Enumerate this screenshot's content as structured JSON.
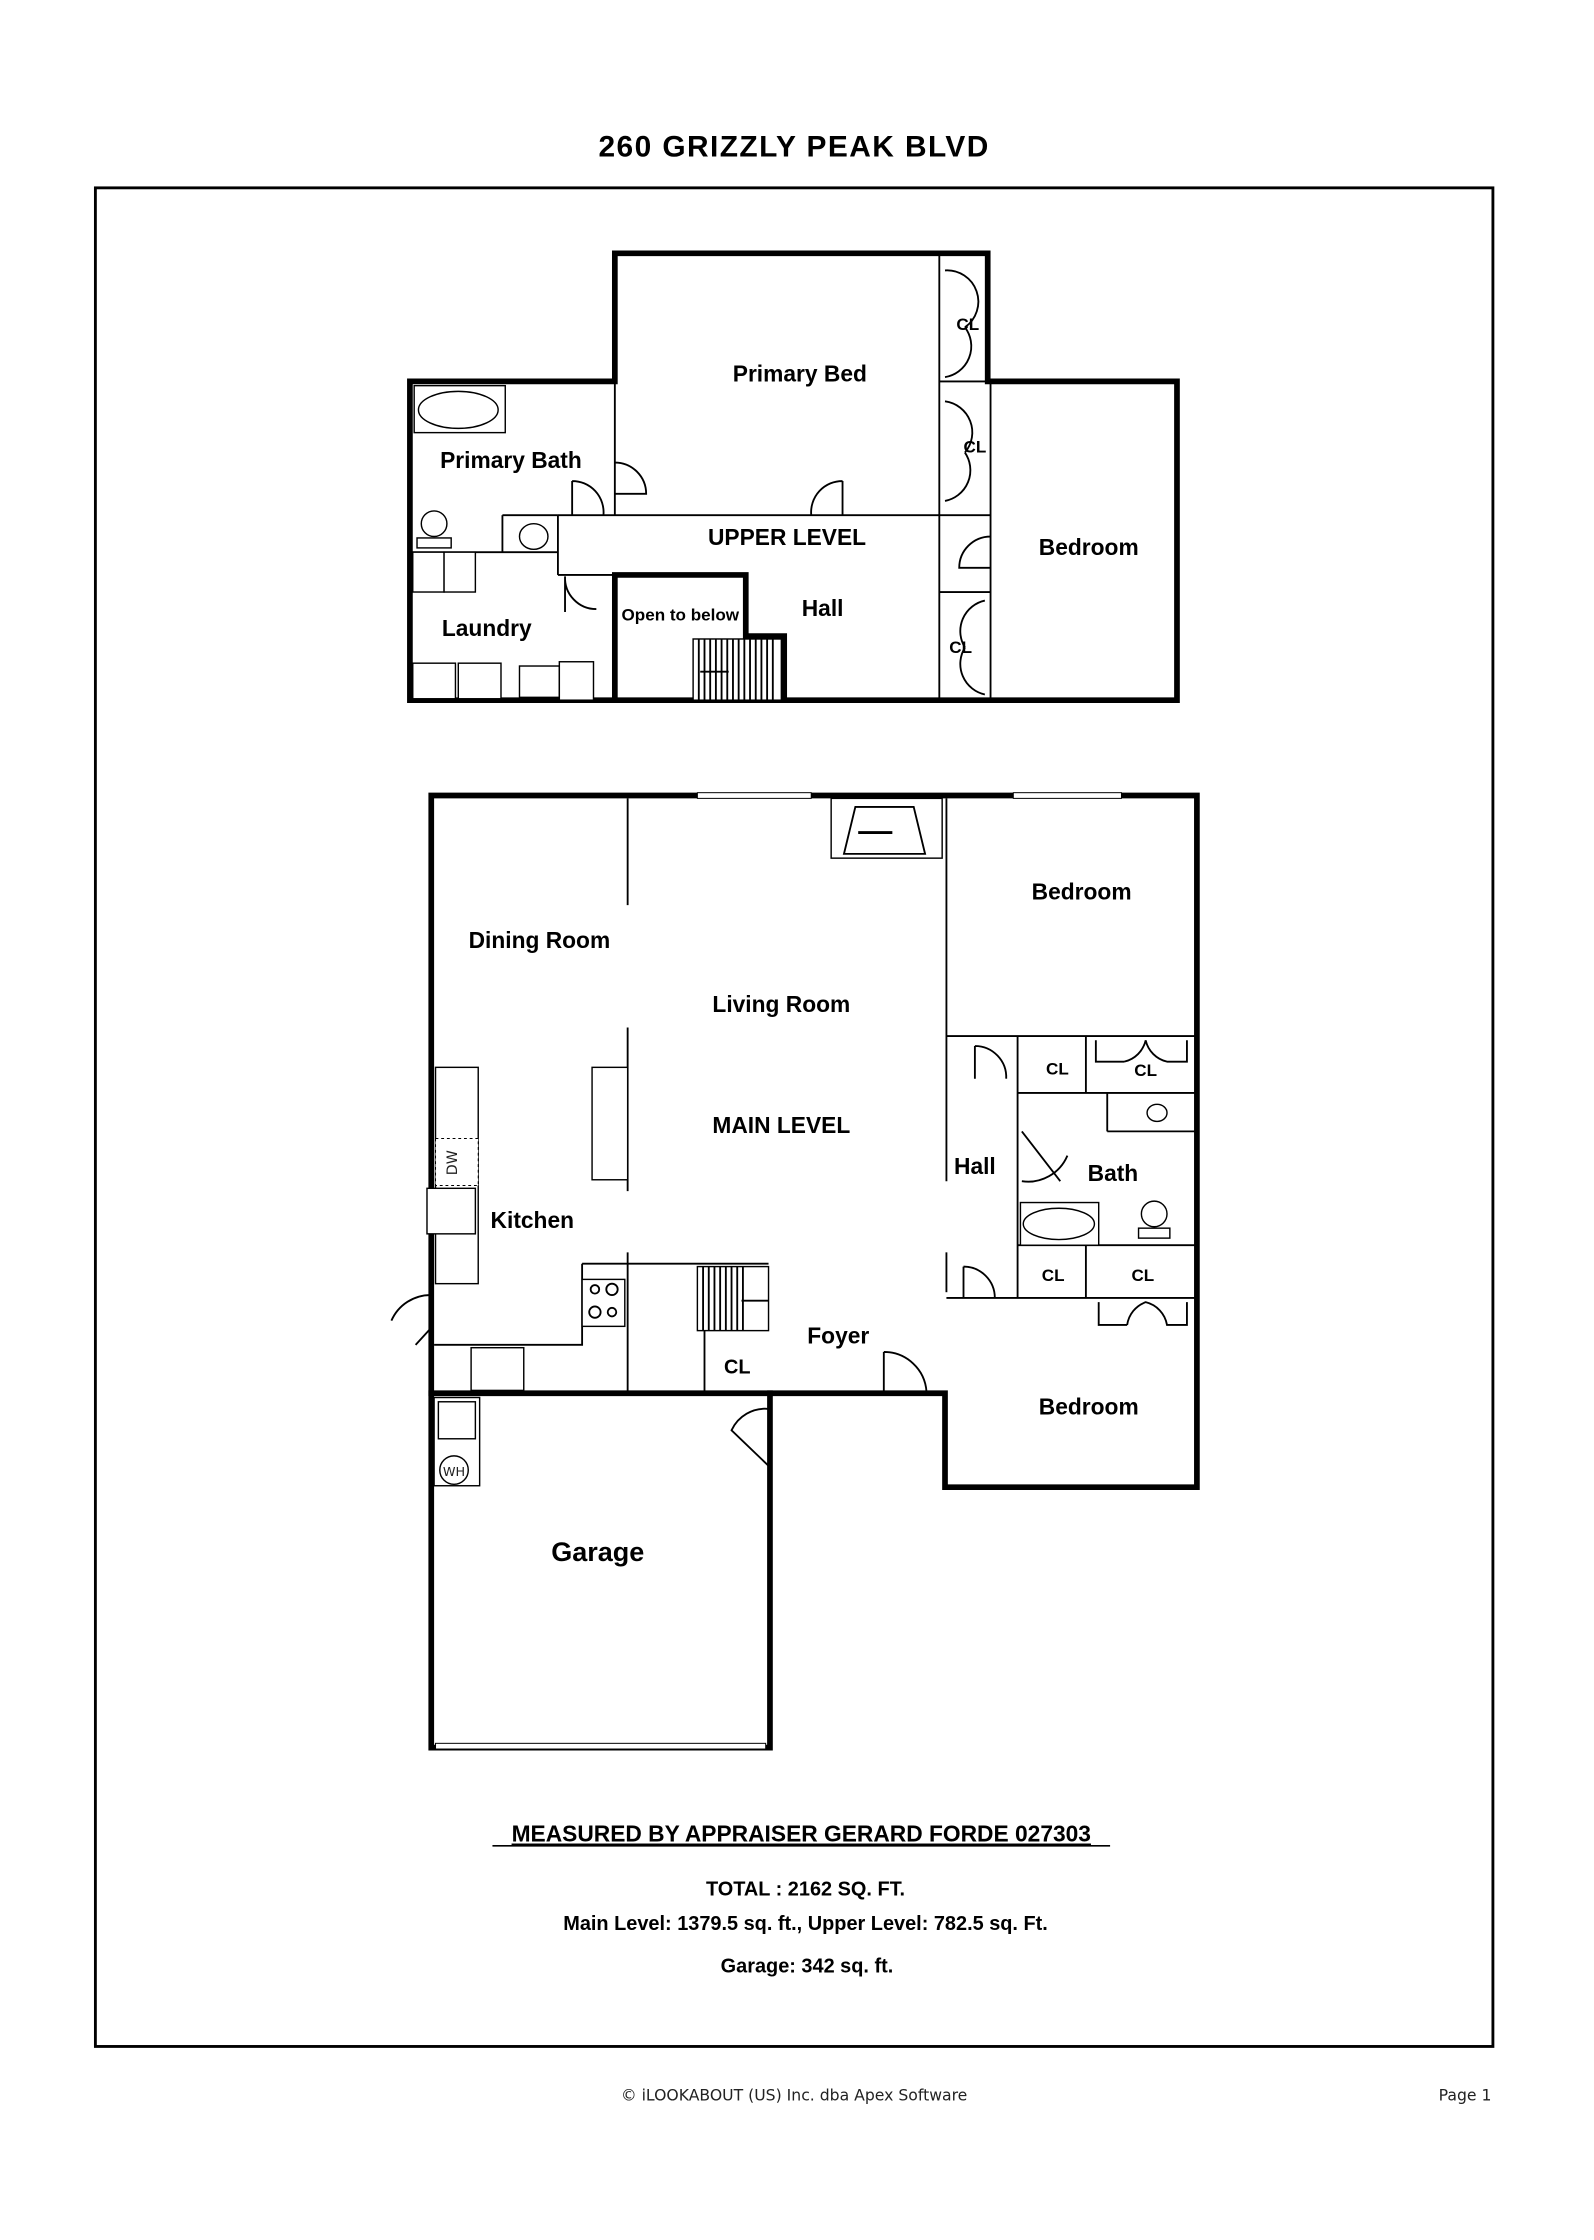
{
  "title": "260 GRIZZLY PEAK BLVD",
  "upper_level": {
    "label": "UPPER LEVEL",
    "rooms": {
      "primary_bed": "Primary Bed",
      "primary_bath": "Primary Bath",
      "laundry": "Laundry",
      "open_to_below": "Open to below",
      "hall": "Hall",
      "bedroom": "Bedroom",
      "closet_1": "CL",
      "closet_2": "CL",
      "closet_3": "CL"
    }
  },
  "main_level": {
    "label": "MAIN LEVEL",
    "rooms": {
      "dining_room": "Dining Room",
      "living_room": "Living Room",
      "kitchen": "Kitchen",
      "foyer": "Foyer",
      "hall": "Hall",
      "bath": "Bath",
      "bedroom_1": "Bedroom",
      "bedroom_2": "Bedroom",
      "garage": "Garage",
      "closet_stair": "CL",
      "closet_a": "CL",
      "closet_b": "CL",
      "closet_c": "CL",
      "closet_d": "CL"
    },
    "fixtures": {
      "dishwasher": "DW",
      "water_heater": "WH"
    }
  },
  "summary": {
    "measured_by": "MEASURED BY APPRAISER GERARD FORDE 027303",
    "total": "TOTAL : 2162 SQ. FT.",
    "levels": "Main Level: 1379.5 sq. ft., Upper Level: 782.5 sq. Ft.",
    "garage": "Garage: 342 sq. ft."
  },
  "footer": {
    "copyright": "© iLOOKABOUT (US) Inc. dba Apex Software",
    "page": "Page 1"
  }
}
